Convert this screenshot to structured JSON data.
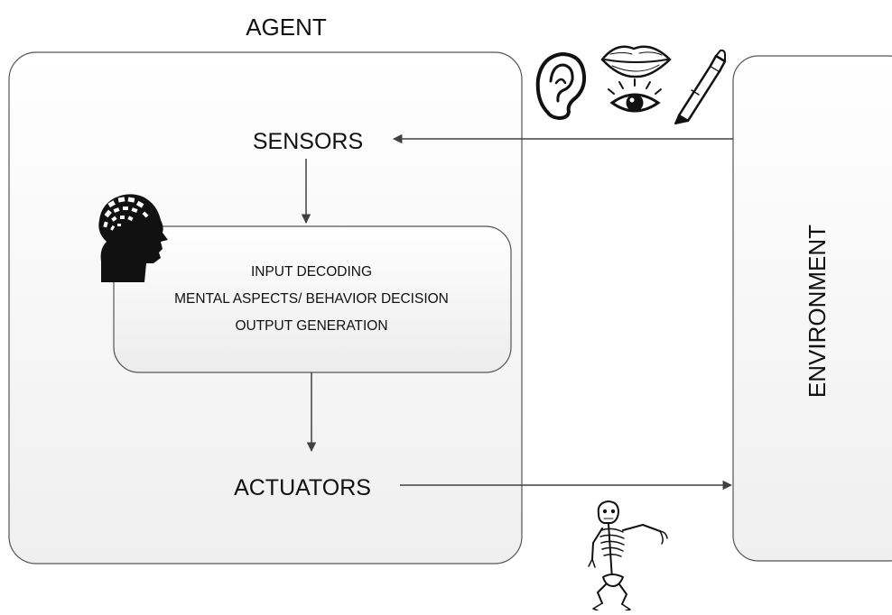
{
  "agent": {
    "title": "AGENT",
    "sensors_label": "SENSORS",
    "actuators_label": "ACTUATORS",
    "process": {
      "line1": "INPUT DECODING",
      "line2": "MENTAL ASPECTS/ BEHAVIOR DECISION",
      "line3": "OUTPUT GENERATION"
    }
  },
  "environment": {
    "label": "ENVIRONMENT"
  },
  "icons": {
    "head": "head-silhouette-icon",
    "ear": "ear-icon",
    "lips": "lips-icon",
    "eye": "eye-icon",
    "pen": "pen-icon",
    "skeleton": "skeleton-icon"
  },
  "colors": {
    "box_fill": "#f6f6f6",
    "box_stroke": "#555555",
    "arrow": "#404040",
    "text": "#111111"
  }
}
